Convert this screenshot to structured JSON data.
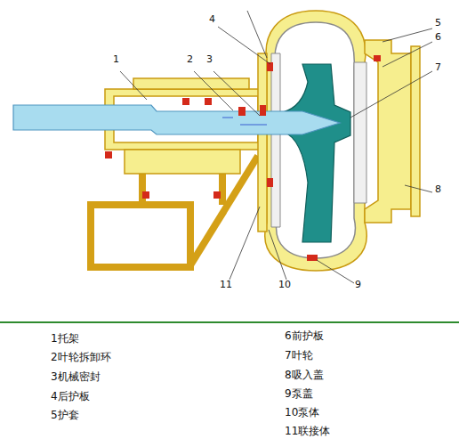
{
  "diagram": {
    "labels": [
      "1",
      "2",
      "3",
      "4",
      "5",
      "6",
      "7",
      "8",
      "9",
      "10",
      "11",
      "1托架",
      "2叶轮拆卸环",
      "3机械密封",
      "4后护板",
      "5护套",
      "6前护板",
      "7叶轮",
      "8吸入盖",
      "9泵盖",
      "10泵体",
      "11联接体"
    ]
  }
}
